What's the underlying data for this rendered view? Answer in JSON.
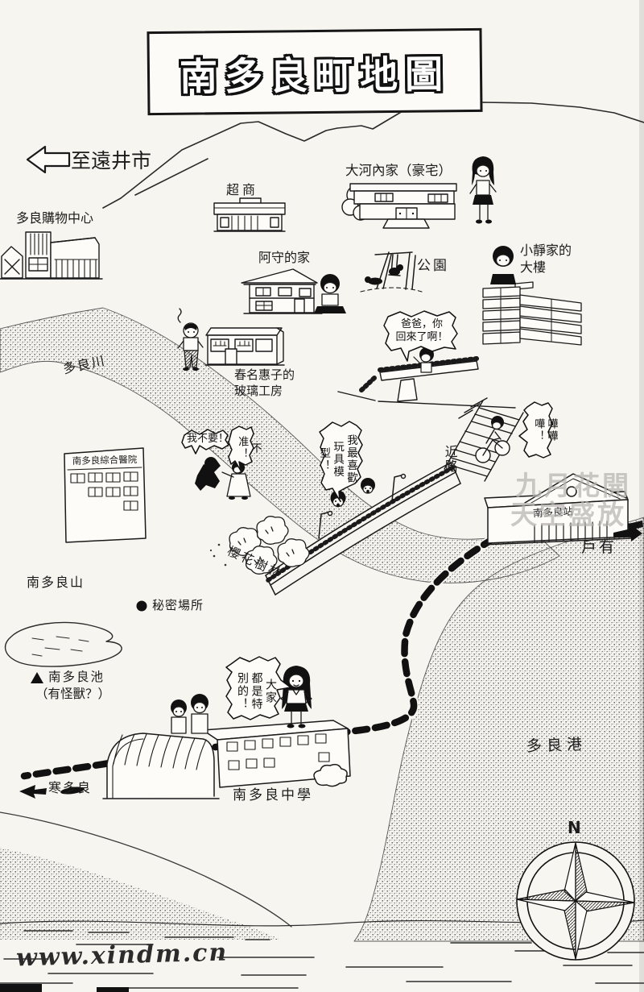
{
  "title": "南多良町地圖",
  "labels": {
    "to_city": "至遠井市",
    "shopping_center": "多良購物中心",
    "convenience_store": "超商",
    "okouchi_house": "大河內家（豪宅）",
    "amori_house": "阿守的家",
    "park": "公園",
    "shizuka_building": "小靜家的\n大樓",
    "glass_workshop": "春名惠子的\n玻璃工房",
    "tara_river": "多良川",
    "hospital": "南多良綜合醫院",
    "shortcut": "近路",
    "station": "南多良站",
    "huyou": "戶有",
    "cherry_grove": "櫻花樹林",
    "tara_mountain": "南多良山",
    "secret_place": "秘密場所",
    "tara_pond": "南多良池",
    "tara_pond_note": "（有怪獸？）",
    "middle_school": "南多良中學",
    "kantara": "寒多良",
    "tara_port": "多良港",
    "compass_north": "N"
  },
  "speech_bubbles": {
    "dad_back": "爸爸，你\n回來了啊！",
    "no_want": "我不要！",
    "not_allowed": "不准！",
    "toy_model": "我最喜歡\n玩具模型！",
    "bike_sound": "嘩嘩嘩！",
    "everyone_special": "大家\n都是特\n別的！"
  },
  "watermarks": {
    "scanlation_line1": "九月花開",
    "scanlation_line2": "天空盛放",
    "site": "www.xindm.cn"
  },
  "colors": {
    "ink": "#1a1a1a",
    "paper": "#f7f5f0",
    "watermark_gray": "#b7b4b0"
  }
}
